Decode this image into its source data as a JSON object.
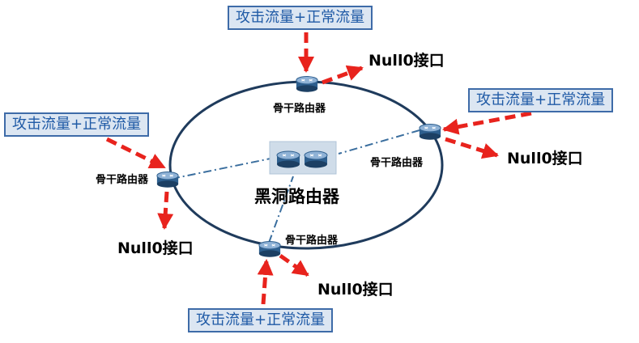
{
  "traffic_label": "攻击流量+正常流量",
  "null_label": "Null0接口",
  "router_label": "骨干路由器",
  "blackhole_label": "黑洞路由器",
  "colors": {
    "ring": "#1f3b5c",
    "arrow": "#e8231d",
    "dash_line": "#3a6e9e",
    "box_fill": "#dce6f2",
    "box_border": "#3e6ba8",
    "box_text": "#1f5aa6",
    "router_fill": "#2e5f8e"
  }
}
